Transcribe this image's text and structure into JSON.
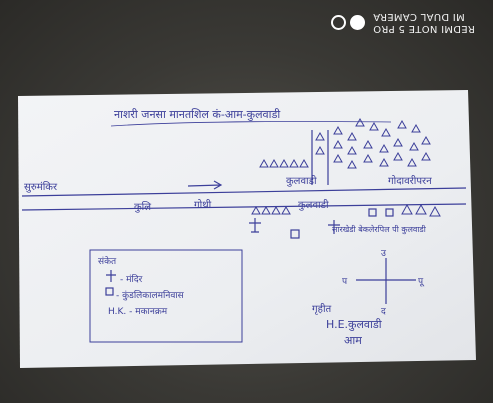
{
  "watermark": {
    "line1": "REDMI NOTE 5 PRO",
    "line2": "MI DUAL CAMERA"
  },
  "map_sketch": {
    "heading": "नाशरी जनसा मानतशिल कं-आम-कुलवाडी",
    "road_left": "सुरुमंकिर",
    "road_right": "गोदावरीपरन",
    "lane_label": "कुलवाडी",
    "label_a": "कुलि",
    "label_b": "गोथी",
    "label_c": "कुलवाडी",
    "label_d": "सारखेडी बेकलेरपिल पी कुलवाडी",
    "legend": {
      "title": "संकेत",
      "item1": "- मंदिर",
      "item2": "- कुंडलिकालमनिवास",
      "item3": "H.K. - मकानक्रम"
    },
    "compass": {
      "n": "उ",
      "e": "पू",
      "s": "द",
      "w": "प"
    },
    "footer": {
      "line1": "गृहीत",
      "line2": "H.E.कुलवाडी",
      "line3": "आम"
    }
  }
}
